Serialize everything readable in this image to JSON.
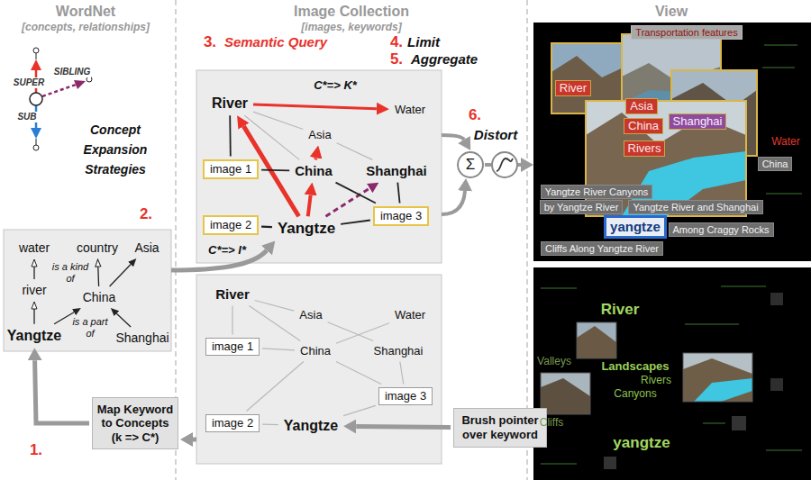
{
  "diagram": {
    "nodes": [
      {
        "text": [
          "water"
        ]
      },
      {
        "text": [
          "country"
        ]
      },
      {
        "text": [
          "Asia"
        ]
      },
      {
        "text": [
          "river"
        ]
      },
      {
        "text": [
          "China"
        ]
      },
      {
        "text": [
          "Yangtze"
        ]
      },
      {
        "text": [
          "Shanghai"
        ]
      },
      {
        "text": [
          "Map Keyword to Concepts (k => C*)"
        ]
      },
      {
        "text": [
          "River"
        ]
      },
      {
        "text": [
          "Water"
        ]
      },
      {
        "text": [
          "Asia"
        ]
      },
      {
        "text": [
          "image 1"
        ]
      },
      {
        "text": [
          "China"
        ]
      },
      {
        "text": [
          "Shanghai"
        ]
      },
      {
        "text": [
          "image 3"
        ]
      },
      {
        "text": [
          "image 2"
        ]
      },
      {
        "text": [
          "Yangtze"
        ]
      },
      {
        "text": [
          "Σ"
        ]
      },
      {
        "text": [
          "River"
        ]
      },
      {
        "text": [
          "Asia"
        ]
      },
      {
        "text": [
          "Water"
        ]
      },
      {
        "text": [
          "image 1"
        ]
      },
      {
        "text": [
          "China"
        ]
      },
      {
        "text": [
          "Shanghai"
        ]
      },
      {
        "text": [
          "image 3"
        ]
      },
      {
        "text": [
          "image 2"
        ]
      },
      {
        "text": [
          "Yangtze"
        ]
      },
      {
        "text": [
          "Brush pointer over keyword"
        ]
      },
      {
        "text": [
          "Transportation features"
        ]
      },
      {
        "text": [
          "River"
        ]
      },
      {
        "text": [
          "Asia"
        ]
      },
      {
        "text": [
          "China"
        ]
      },
      {
        "text": [
          "Shanghai"
        ]
      },
      {
        "text": [
          "Rivers"
        ]
      },
      {
        "text": [
          "China"
        ]
      },
      {
        "text": [
          "Yangtze River Canyons"
        ]
      },
      {
        "text": [
          "by Yangtze River"
        ]
      },
      {
        "text": [
          "Yangtze River and Shanghai"
        ]
      },
      {
        "text": [
          "yangtze"
        ]
      },
      {
        "text": [
          "Among Craggy Rocks"
        ]
      },
      {
        "text": [
          "Cliffs Along Yangtze River"
        ]
      }
    ],
    "edges": [
      {
        "from": 5,
        "to": 3,
        "arrow": "to"
      },
      {
        "from": 3,
        "to": 0,
        "arrow": "to"
      },
      {
        "from": 4,
        "to": 1,
        "arrow": "to"
      },
      {
        "from": 5,
        "to": 4,
        "arrow": "to"
      },
      {
        "from": 4,
        "to": 2,
        "arrow": "to"
      },
      {
        "from": 6,
        "to": 4,
        "arrow": "to"
      },
      {
        "from": 7,
        "to": 5,
        "arrow": "to"
      },
      {
        "from": 16,
        "to": 8,
        "arrow": "to"
      },
      {
        "from": 16,
        "to": 12,
        "arrow": "to"
      },
      {
        "from": 12,
        "to": 10,
        "arrow": "to"
      },
      {
        "from": 8,
        "to": 9,
        "arrow": "to"
      },
      {
        "from": 16,
        "to": 13,
        "arrow": "to"
      },
      {
        "from": 8,
        "to": 11,
        "arrow": "none"
      },
      {
        "from": 11,
        "to": 12,
        "arrow": "none"
      },
      {
        "from": 15,
        "to": 16,
        "arrow": "none"
      },
      {
        "from": 14,
        "to": 16,
        "arrow": "none"
      },
      {
        "from": 14,
        "to": 13,
        "arrow": "none"
      },
      {
        "from": 12,
        "to": 14,
        "arrow": "none"
      },
      {
        "from": 8,
        "to": 12,
        "arrow": "none"
      },
      {
        "from": 10,
        "to": 13,
        "arrow": "none"
      },
      {
        "from": 8,
        "to": 10,
        "arrow": "none"
      },
      {
        "from": 18,
        "to": 21,
        "arrow": "none"
      },
      {
        "from": 18,
        "to": 19,
        "arrow": "none"
      },
      {
        "from": 18,
        "to": 22,
        "arrow": "none"
      },
      {
        "from": 19,
        "to": 23,
        "arrow": "none"
      },
      {
        "from": 20,
        "to": 22,
        "arrow": "none"
      },
      {
        "from": 21,
        "to": 22,
        "arrow": "none"
      },
      {
        "from": 22,
        "to": 24,
        "arrow": "none"
      },
      {
        "from": 23,
        "to": 24,
        "arrow": "none"
      },
      {
        "from": 25,
        "to": 26,
        "arrow": "none"
      },
      {
        "from": 24,
        "to": 26,
        "arrow": "none"
      },
      {
        "from": 25,
        "to": 22,
        "arrow": "none"
      },
      {
        "from": 27,
        "to": 26,
        "arrow": "to"
      }
    ],
    "labels": [
      "WordNet",
      "[concepts, relationships]",
      "Image Collection",
      "[images, keywords]",
      "View",
      "SUPER",
      "SIBLING",
      "SUB",
      "Concept Expansion Strategies",
      "2.",
      "is a kind of",
      "is a part of",
      "1.",
      "3.",
      "Semantic Query",
      "4.",
      "Limit",
      "5.",
      "Aggregate",
      "C*=> K*",
      "C*=> I*",
      "6.",
      "Distort",
      "Water",
      "River",
      "Valleys",
      "Landscapes",
      "Rivers",
      "Canyons",
      "Cliffs",
      "yangtze"
    ]
  }
}
